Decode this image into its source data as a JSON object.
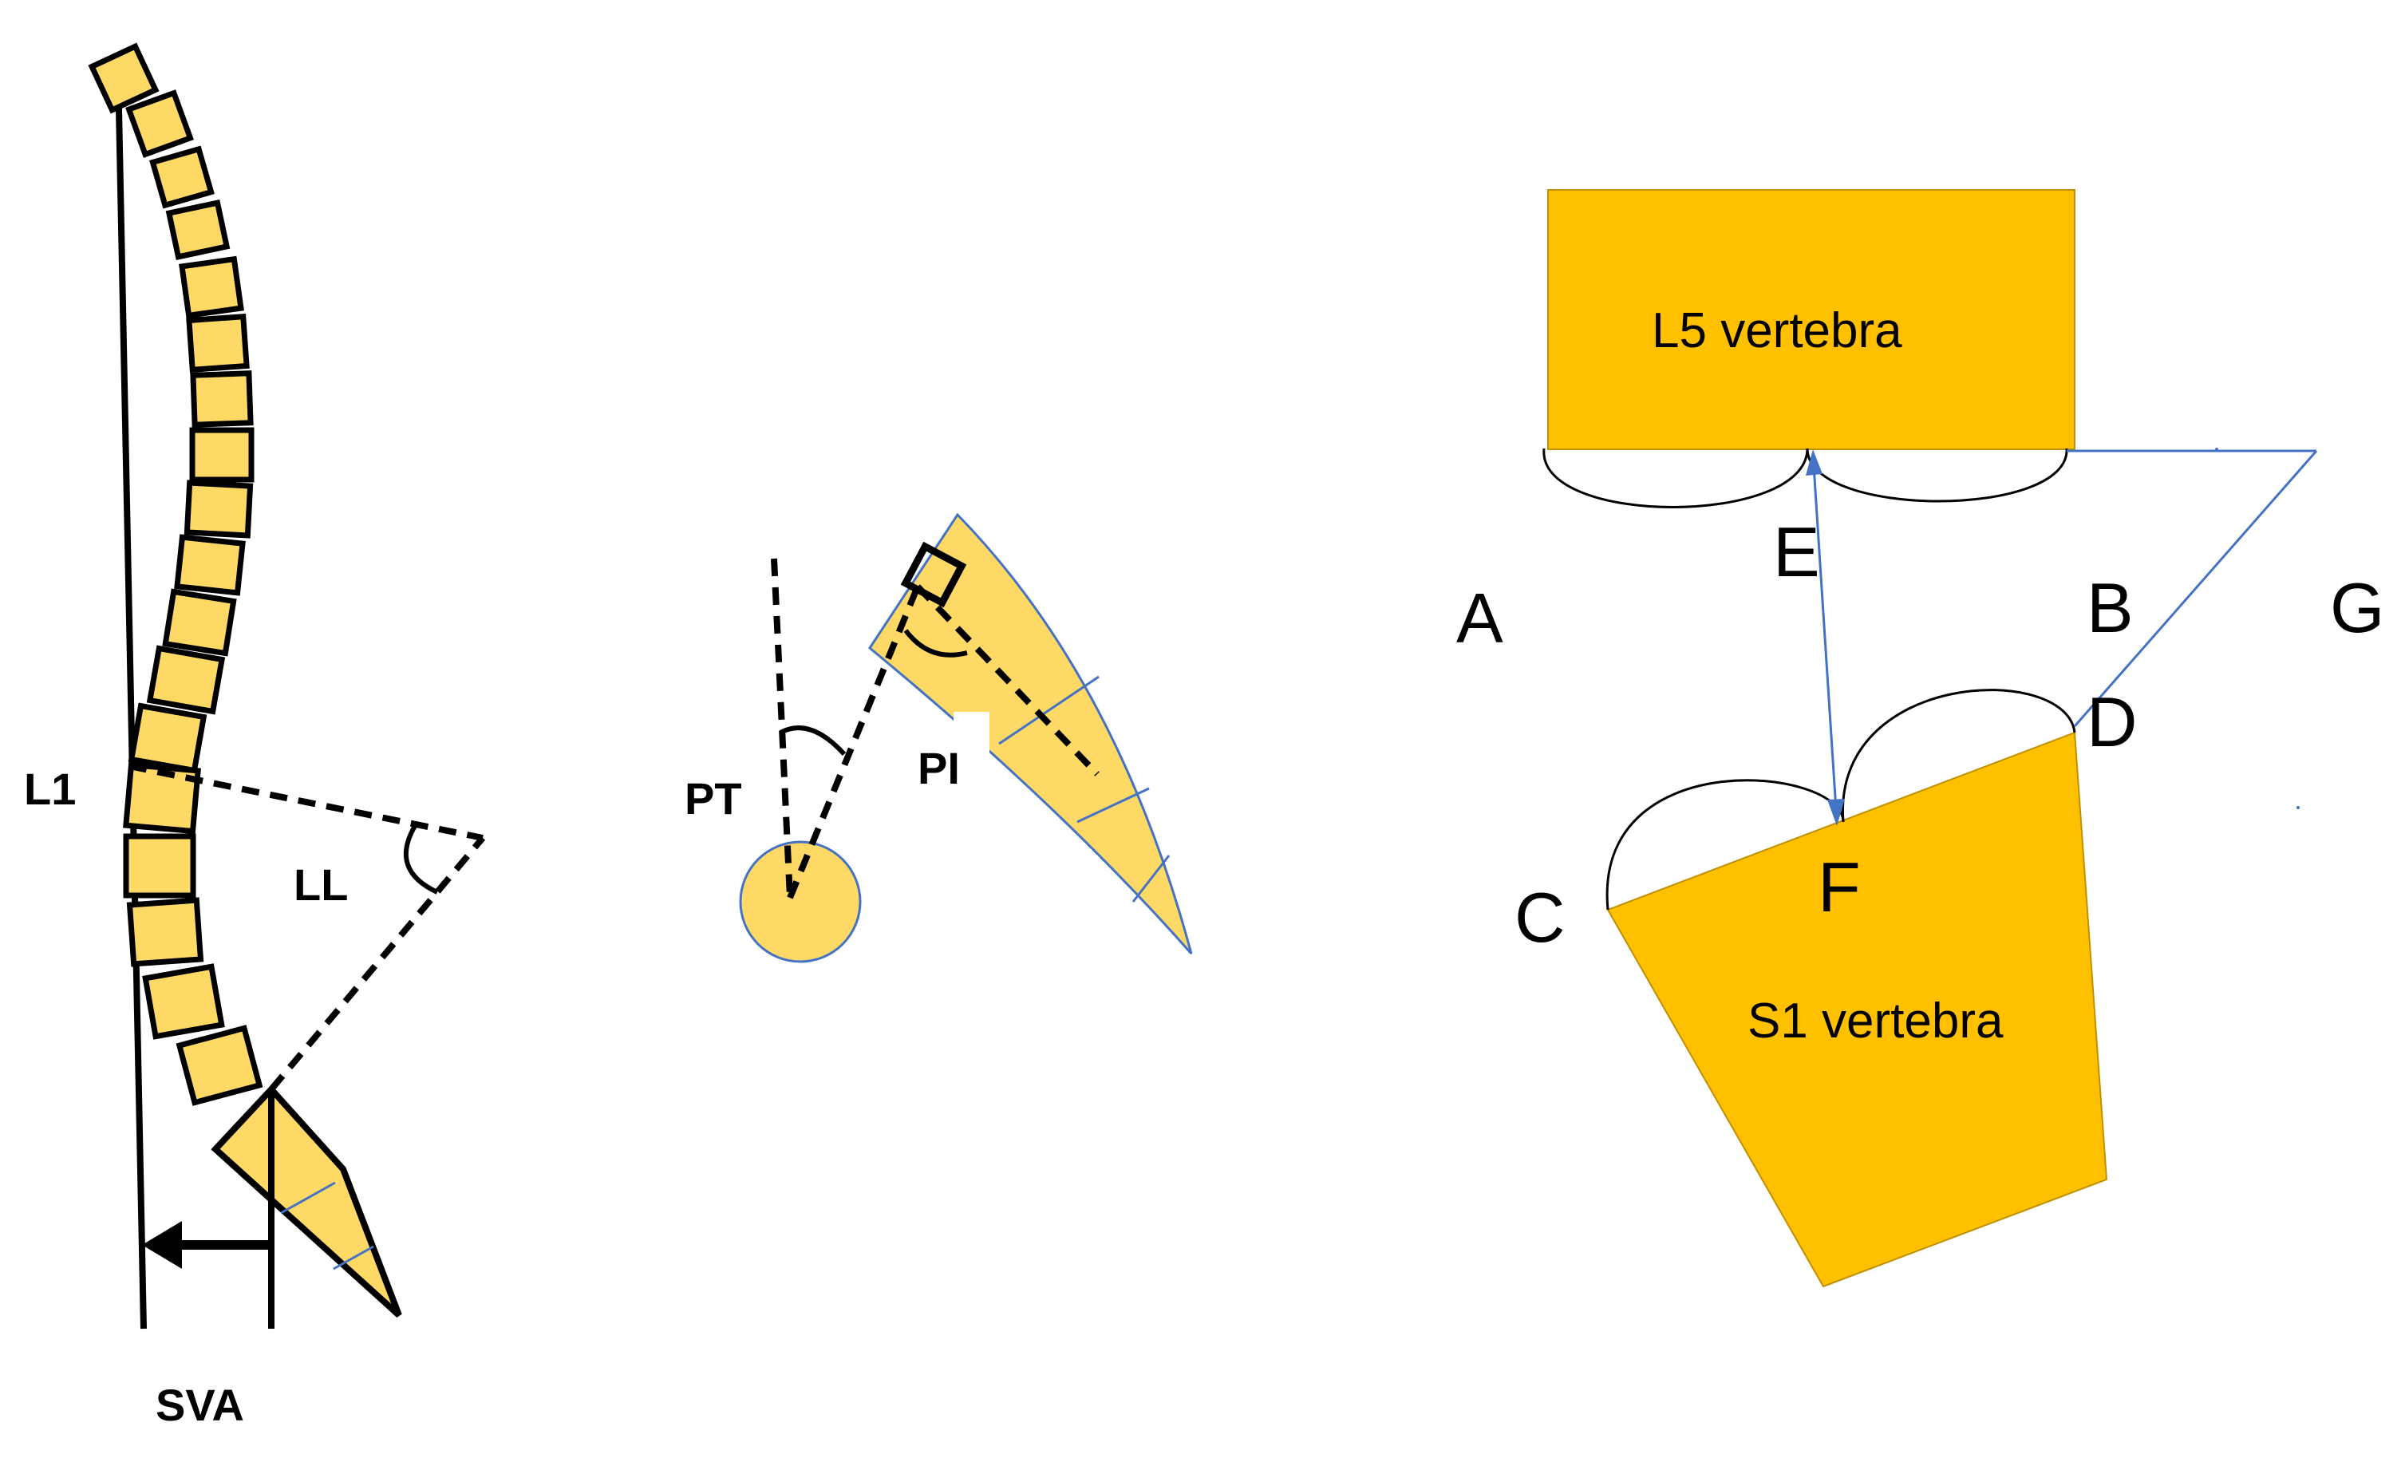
{
  "colors": {
    "vertebra_light": "#FFD966",
    "vertebra_dark": "#FFC000",
    "line": "#000000",
    "blue_line": "#4472C4",
    "background": "#FFFFFF"
  },
  "panel_spine": {
    "labels": {
      "l1": "L1",
      "ll": "LL",
      "sva": "SVA"
    }
  },
  "panel_pelvis": {
    "labels": {
      "pt": "PT",
      "pi": "PI"
    }
  },
  "panel_slip": {
    "labels": {
      "l5": "L5 vertebra",
      "s1": "S1 vertebra",
      "a": "A",
      "b": "B",
      "c": "C",
      "d": "D",
      "e": "E",
      "f": "F",
      "g": "G"
    }
  }
}
